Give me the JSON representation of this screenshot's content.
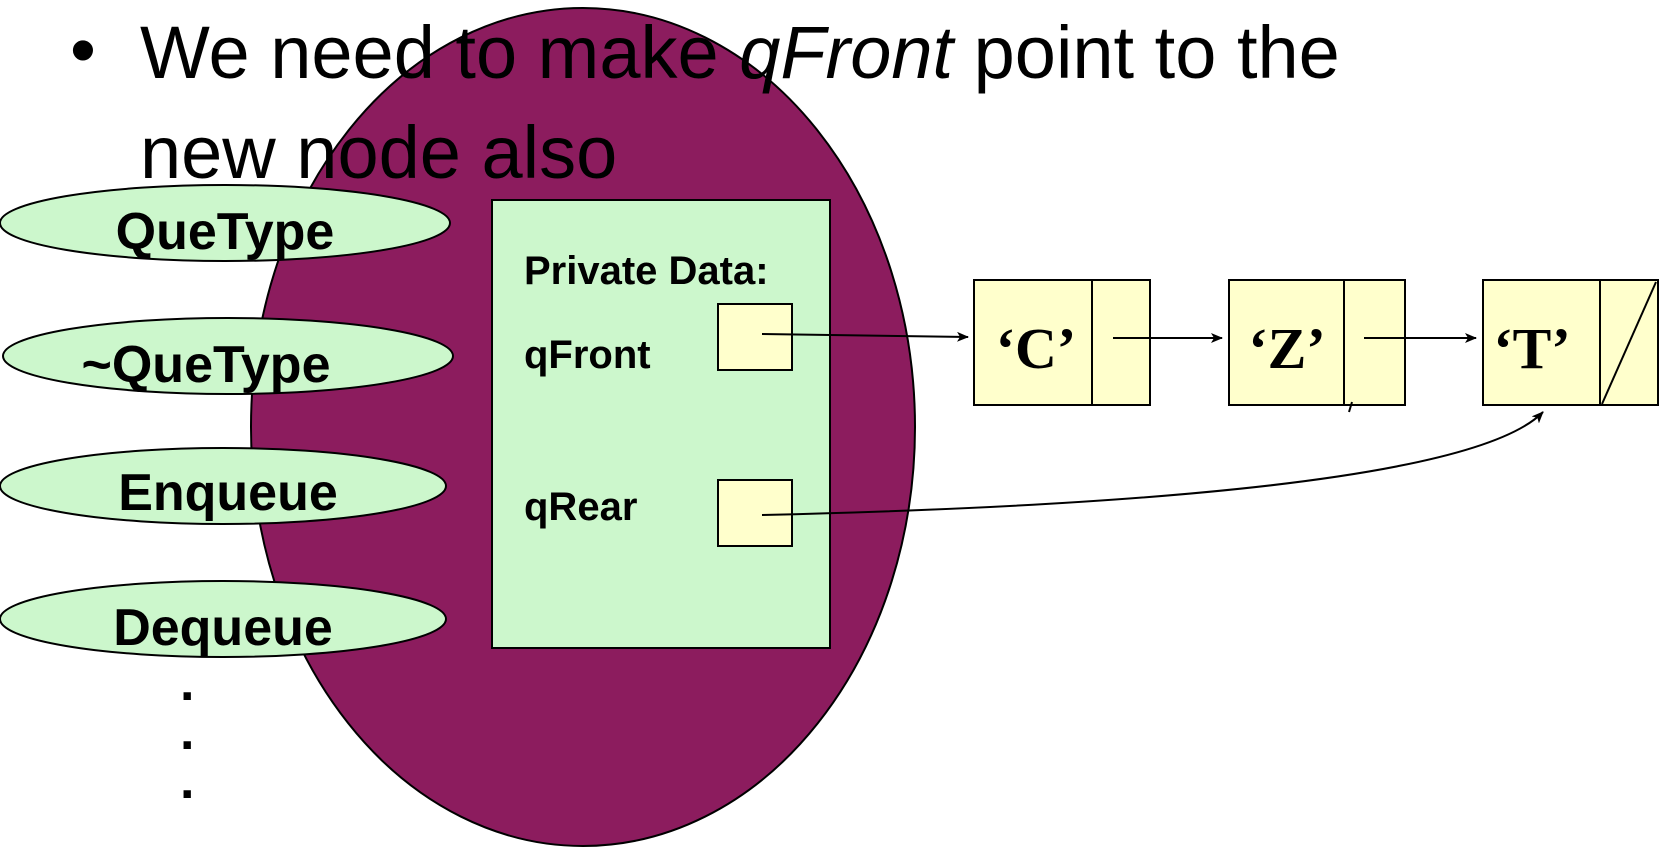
{
  "slide": {
    "bullet_marker": "•",
    "bullet_part1": "We need to make ",
    "bullet_italic": "qFront",
    "bullet_part2": " point to the",
    "bullet_line2": "new node also"
  },
  "methods": [
    "QueType",
    "~QueType",
    "Enqueue",
    "Dequeue"
  ],
  "ellipsis_dots": [
    ".",
    ".",
    "."
  ],
  "private_data": {
    "title": "Private Data:",
    "front_label": "qFront",
    "rear_label": "qRear"
  },
  "nodes": [
    "‘C’",
    "‘Z’",
    "‘T’"
  ],
  "colors": {
    "class_body": "#8c1c5e",
    "method_oval": "#ccf7cc",
    "private_panel": "#ccf7cc",
    "pointer_box": "#ffffcc",
    "node_fill": "#ffffcc",
    "stroke": "#000000"
  }
}
